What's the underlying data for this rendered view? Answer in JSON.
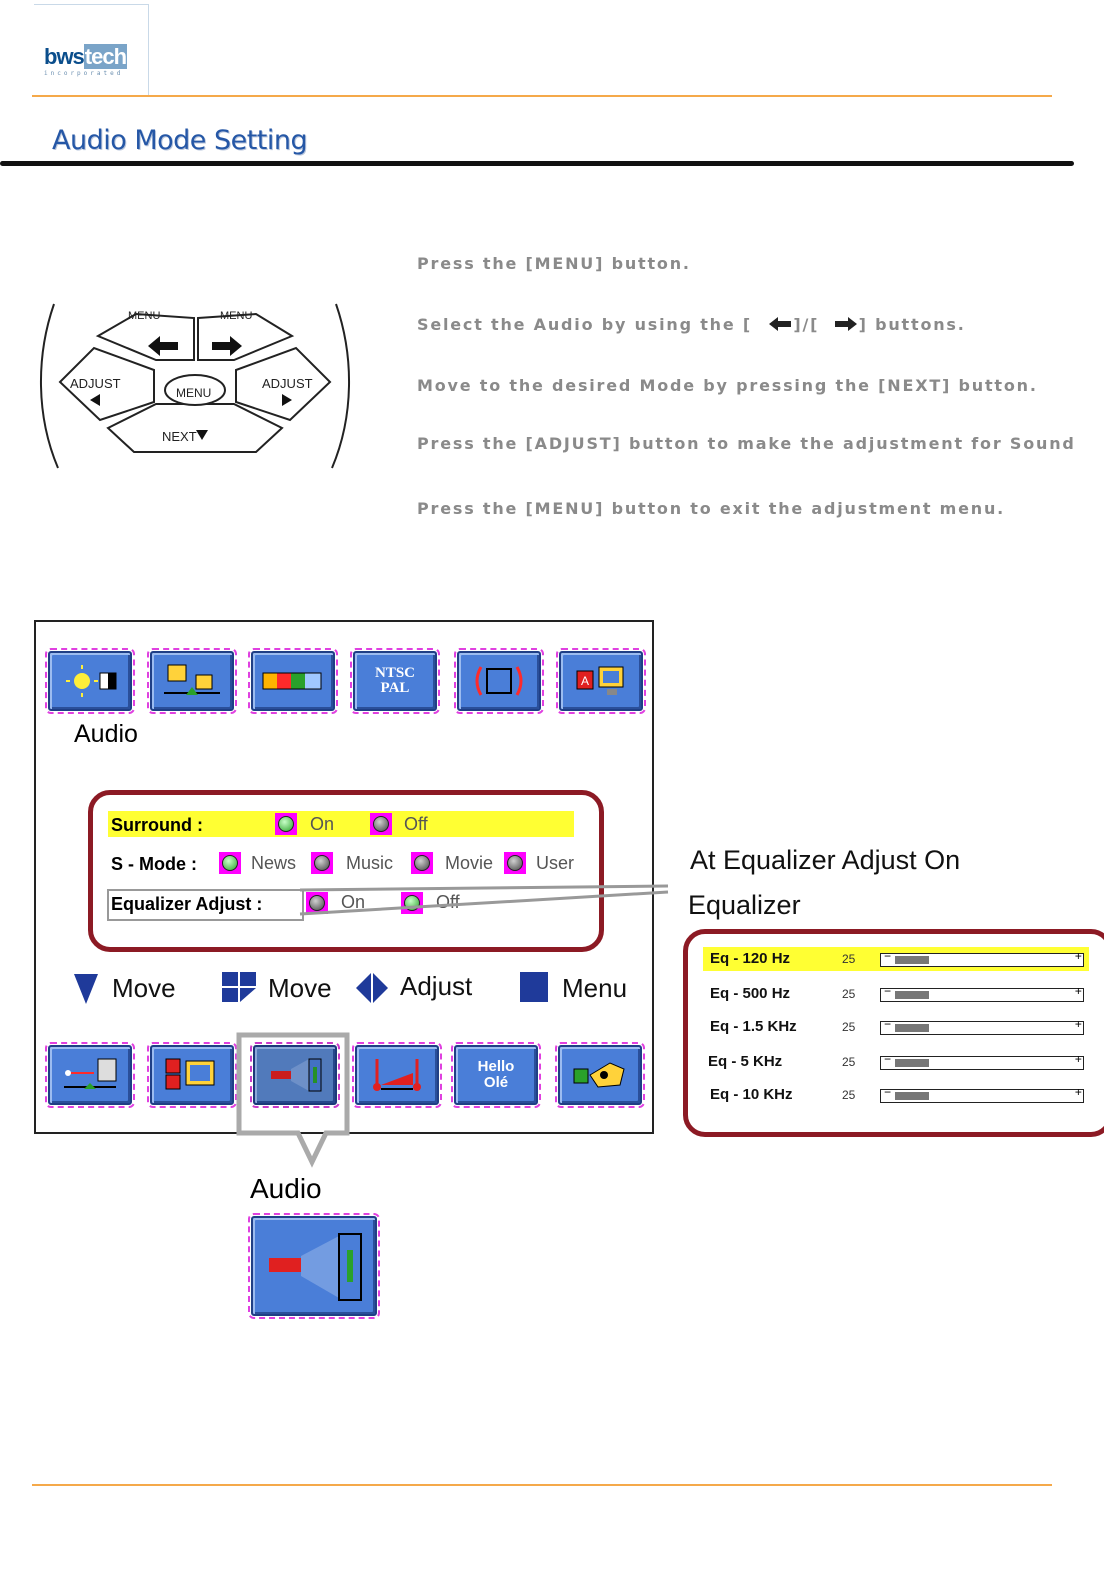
{
  "header": {
    "logo_text_a": "bws",
    "logo_text_b": "tech",
    "logo_subtext": "incorporated",
    "page_title": "Audio Mode Setting"
  },
  "remote": {
    "menu_left": "MENU",
    "menu_right": "MENU",
    "adjust_left": "ADJUST",
    "adjust_right": "ADJUST",
    "center": "MENU",
    "next": "NEXT"
  },
  "steps": [
    "Press the [MENU] button.",
    "Select the Audio by using the [",
    "]/[",
    "] buttons.",
    "Move to the desired Mode by pressing the [NEXT] button.",
    "Press the [ADJUST] button to make the adjustment for Sound",
    "Press the [MENU] button to exit the adjustment menu."
  ],
  "screen": {
    "top_icons": [
      "brightness-icon",
      "position-icon",
      "color-bar-icon",
      "ntsc-pal-icon",
      "size-icon",
      "language-icon"
    ],
    "ntsc": "NTSC",
    "pal": "PAL",
    "section_title": "Audio",
    "surround": {
      "label": "Surround :",
      "on": "On",
      "off": "Off"
    },
    "smode": {
      "label": "S - Mode :",
      "options": [
        "News",
        "Music",
        "Movie",
        "User"
      ]
    },
    "equalizer_adjust": {
      "label": "Equalizer Adjust :",
      "on": "On",
      "off": "Off"
    },
    "legend": {
      "move1": "Move",
      "move2": "Move",
      "adjust": "Adjust",
      "menu": "Menu"
    },
    "bottom_icons": [
      "input-icon",
      "pip-icon",
      "audio-icon",
      "temperature-icon",
      "hello-icon",
      "tools-icon"
    ],
    "hello_line1": "Hello",
    "hello_line2": "Olé"
  },
  "callout": {
    "title": "At Equalizer Adjust On",
    "subtitle": "Equalizer",
    "audio_label": "Audio"
  },
  "equalizer": {
    "rows": [
      {
        "label": "Eq - 120 Hz",
        "value": "25",
        "level": 0.17
      },
      {
        "label": "Eq - 500 Hz",
        "value": "25",
        "level": 0.17
      },
      {
        "label": "Eq - 1.5 KHz",
        "value": "25",
        "level": 0.17
      },
      {
        "label": "Eq - 5 KHz",
        "value": "25",
        "level": 0.17
      },
      {
        "label": "Eq - 10 KHz",
        "value": "25",
        "level": 0.17
      }
    ]
  },
  "colors": {
    "accent_orange": "#f5a94a",
    "title_blue": "#2557a6",
    "highlight_yellow": "#ffff33",
    "frame_red": "#8c1a24",
    "icon_blue": "#4a7ed8"
  }
}
